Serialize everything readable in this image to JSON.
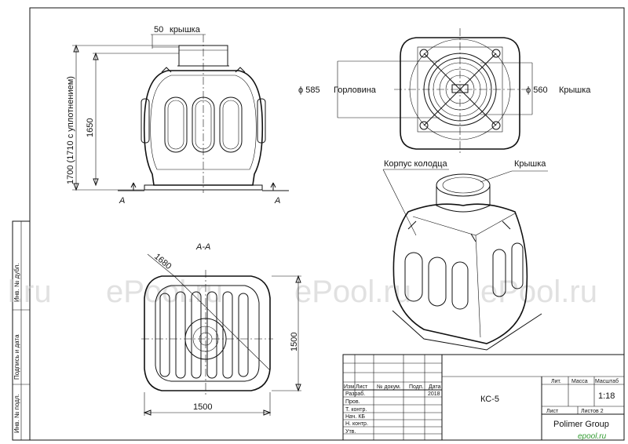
{
  "dimensions": {
    "lid_width": "50",
    "lid_word": "крышка",
    "height_inner": "1650",
    "height_outer": "1700 (1710 с уплотнением)",
    "neck_dia": "ϕ 585",
    "neck_word": "Горловина",
    "lid_dia": "ϕ 560",
    "lid_label": "Крышка",
    "diag": "1680",
    "width_bottom": "1500",
    "depth_right": "1500"
  },
  "labels": {
    "section_a": "A",
    "section_title": "A-A",
    "body_label": "Корпус колодца",
    "lid_callout": "Крышка"
  },
  "side_stamp": {
    "inv_dubl": "Инв. № дубл.",
    "sign_date": "Подпись и дата",
    "inv_podl": "Инв. № подл."
  },
  "title_block": {
    "headers": [
      "Изм",
      "Лист",
      "№ докум.",
      "Подп.",
      "Дата"
    ],
    "rows": [
      "Разраб.",
      "Пров.",
      "Т. контр.",
      "Нач. КБ",
      "Н. контр.",
      "Утв."
    ],
    "year": "2018",
    "designation": "КС-5",
    "col_lit": "Лит.",
    "col_mass": "Масса",
    "col_scale": "Масштаб",
    "scale": "1:18",
    "sheet": "Лист",
    "sheets": "Листов 2",
    "company": "Polimer Group",
    "logo": "epool.ru"
  },
  "watermark": {
    "left": "l.ru",
    "w1": "ePool.ru",
    "w2": "ePool.ru",
    "w3": "ePool.ru"
  }
}
